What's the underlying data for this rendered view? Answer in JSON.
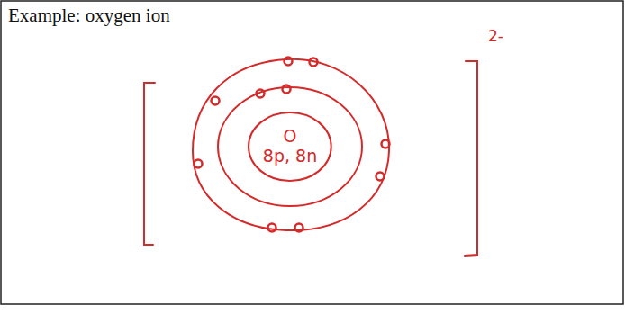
{
  "diagram": {
    "title": "Example: oxygen ion",
    "nodes": [
      {
        "text": [
          "O",
          "8p, 8n"
        ]
      }
    ],
    "labels": [
      "2-"
    ]
  }
}
